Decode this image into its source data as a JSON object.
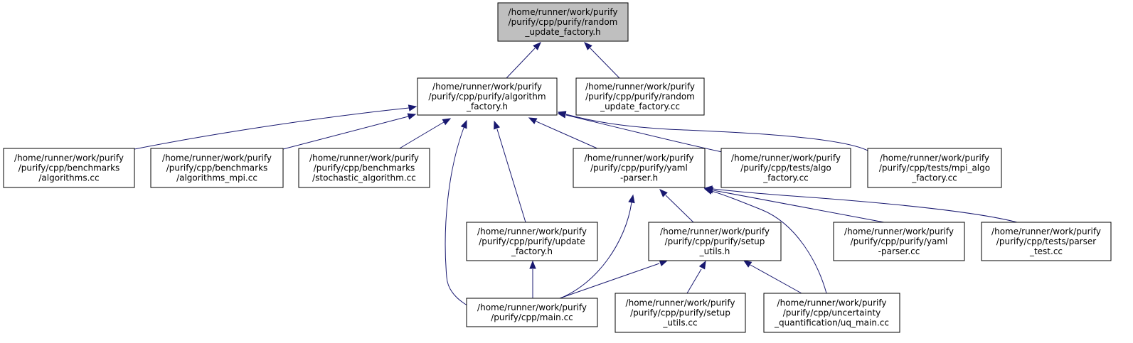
{
  "graph": {
    "nodes": {
      "random_update_factory_h": [
        "/home/runner/work/purify",
        "/purify/cpp/purify/random",
        "_update_factory.h"
      ],
      "algorithm_factory_h": [
        "/home/runner/work/purify",
        "/purify/cpp/purify/algorithm",
        "_factory.h"
      ],
      "random_update_factory_cc": [
        "/home/runner/work/purify",
        "/purify/cpp/purify/random",
        "_update_factory.cc"
      ],
      "bench_algorithms_cc": [
        "/home/runner/work/purify",
        "/purify/cpp/benchmarks",
        "/algorithms.cc"
      ],
      "bench_algorithms_mpi_cc": [
        "/home/runner/work/purify",
        "/purify/cpp/benchmarks",
        "/algorithms_mpi.cc"
      ],
      "bench_stochastic_cc": [
        "/home/runner/work/purify",
        "/purify/cpp/benchmarks",
        "/stochastic_algorithm.cc"
      ],
      "yaml_parser_h": [
        "/home/runner/work/purify",
        "/purify/cpp/purify/yaml",
        "-parser.h"
      ],
      "tests_algo_factory_cc": [
        "/home/runner/work/purify",
        "/purify/cpp/tests/algo",
        "_factory.cc"
      ],
      "tests_mpi_algo_factory_cc": [
        "/home/runner/work/purify",
        "/purify/cpp/tests/mpi_algo",
        "_factory.cc"
      ],
      "update_factory_h": [
        "/home/runner/work/purify",
        "/purify/cpp/purify/update",
        "_factory.h"
      ],
      "setup_utils_h": [
        "/home/runner/work/purify",
        "/purify/cpp/purify/setup",
        "_utils.h"
      ],
      "yaml_parser_cc": [
        "/home/runner/work/purify",
        "/purify/cpp/purify/yaml",
        "-parser.cc"
      ],
      "tests_parser_test_cc": [
        "/home/runner/work/purify",
        "/purify/cpp/tests/parser",
        "_test.cc"
      ],
      "main_cc": [
        "/home/runner/work/purify",
        "/purify/cpp/main.cc"
      ],
      "setup_utils_cc": [
        "/home/runner/work/purify",
        "/purify/cpp/purify/setup",
        "_utils.cc"
      ],
      "uq_main_cc": [
        "/home/runner/work/purify",
        "/purify/cpp/uncertainty",
        "_quantification/uq_main.cc"
      ]
    },
    "edges": [
      [
        "algorithm_factory_h",
        "random_update_factory_h"
      ],
      [
        "random_update_factory_cc",
        "random_update_factory_h"
      ],
      [
        "bench_algorithms_cc",
        "algorithm_factory_h"
      ],
      [
        "bench_algorithms_mpi_cc",
        "algorithm_factory_h"
      ],
      [
        "bench_stochastic_cc",
        "algorithm_factory_h"
      ],
      [
        "main_cc",
        "algorithm_factory_h"
      ],
      [
        "update_factory_h",
        "algorithm_factory_h"
      ],
      [
        "yaml_parser_h",
        "algorithm_factory_h"
      ],
      [
        "tests_algo_factory_cc",
        "algorithm_factory_h"
      ],
      [
        "tests_mpi_algo_factory_cc",
        "algorithm_factory_h"
      ],
      [
        "main_cc",
        "yaml_parser_h"
      ],
      [
        "setup_utils_h",
        "yaml_parser_h"
      ],
      [
        "uq_main_cc",
        "yaml_parser_h"
      ],
      [
        "yaml_parser_cc",
        "yaml_parser_h"
      ],
      [
        "tests_parser_test_cc",
        "yaml_parser_h"
      ],
      [
        "main_cc",
        "update_factory_h"
      ],
      [
        "main_cc",
        "setup_utils_h"
      ],
      [
        "setup_utils_cc",
        "setup_utils_h"
      ],
      [
        "uq_main_cc",
        "setup_utils_h"
      ]
    ],
    "colors": {
      "edge": "#191970",
      "root_fill": "#bfbfbf",
      "node_fill": "#ffffff",
      "border": "#000000"
    }
  }
}
